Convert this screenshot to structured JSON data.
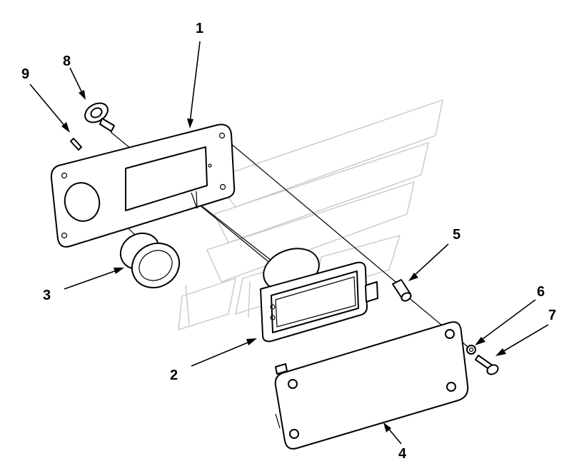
{
  "diagram": {
    "callouts": [
      {
        "id": "1",
        "label": "1"
      },
      {
        "id": "2",
        "label": "2"
      },
      {
        "id": "3",
        "label": "3"
      },
      {
        "id": "4",
        "label": "4"
      },
      {
        "id": "5",
        "label": "5"
      },
      {
        "id": "6",
        "label": "6"
      },
      {
        "id": "7",
        "label": "7"
      },
      {
        "id": "8",
        "label": "8"
      },
      {
        "id": "9",
        "label": "9"
      }
    ],
    "watermark": {
      "icon": "logo-watermark-icon"
    },
    "colors": {
      "line": "#000000",
      "background": "#ffffff",
      "watermark": "#c8c8c8"
    }
  }
}
